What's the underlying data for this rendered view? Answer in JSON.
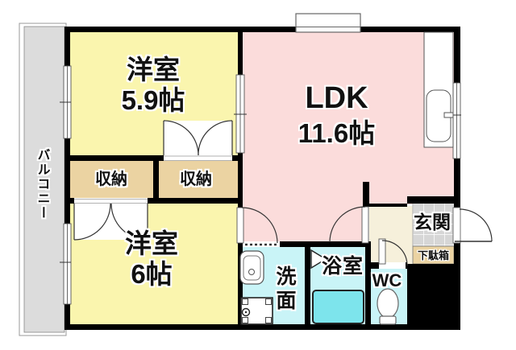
{
  "rooms": {
    "bedroom_top": {
      "name": "洋室",
      "size": "5.9帖"
    },
    "ldk": {
      "name": "LDK",
      "size": "11.6帖"
    },
    "bedroom_bottom": {
      "name": "洋室",
      "size": "6帖"
    },
    "closet_left": {
      "label": "収納"
    },
    "closet_right": {
      "label": "収納"
    },
    "balcony": {
      "label": "バルコニー"
    },
    "washroom": {
      "label": "洗面"
    },
    "bathroom": {
      "label": "浴室"
    },
    "toilet": {
      "label": "WC"
    },
    "entrance": {
      "label": "玄関"
    },
    "shoe_cabinet": {
      "label": "下駄箱"
    }
  },
  "colors": {
    "bedroom_fill": "#FAF5AE",
    "ldk_fill": "#FBDCDB",
    "closet_fill": "#EBD3A2",
    "balcony_fill": "#DCDCDC",
    "wet_area_fill": "#C9F4F7",
    "bathtub_fill": "#7DE4EC",
    "hall_fill": "#F6F0DB",
    "entrance_tile_fill": "#D6D6D6",
    "wall": "#000000"
  }
}
